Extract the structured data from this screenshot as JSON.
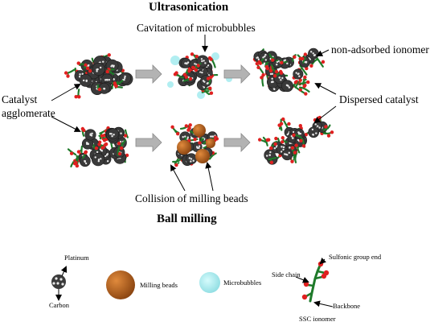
{
  "titles": {
    "top": "Ultrasonication",
    "bottom": "Ball milling"
  },
  "labels": {
    "cavitation": "Cavitation of microbubbles",
    "non_adsorbed": "non-adsorbed ionomer",
    "catalyst_line1": "Catalyst",
    "catalyst_line2": "agglomerate",
    "dispersed": "Dispersed catalyst",
    "collision": "Collision of milling beads"
  },
  "legend": {
    "platinum": "Platinum",
    "carbon": "Carbon",
    "milling_beads": "Milling  beads",
    "microbubbles": "Microbubbles",
    "sulfonic": "Sulfonic group end",
    "side_chain": "Side chain",
    "backbone": "Backbone",
    "ssc_ionomer": "SSC ionomer"
  },
  "colors": {
    "carbon": "#3a3a3a",
    "platinum": "#e8e8e8",
    "ionomer_backbone": "#1f7a2a",
    "sulfonic_end": "#e02020",
    "milling_bead": "#c0661a",
    "microbubble": "#a8ecef",
    "process_arrow": "#b3b3b3"
  }
}
